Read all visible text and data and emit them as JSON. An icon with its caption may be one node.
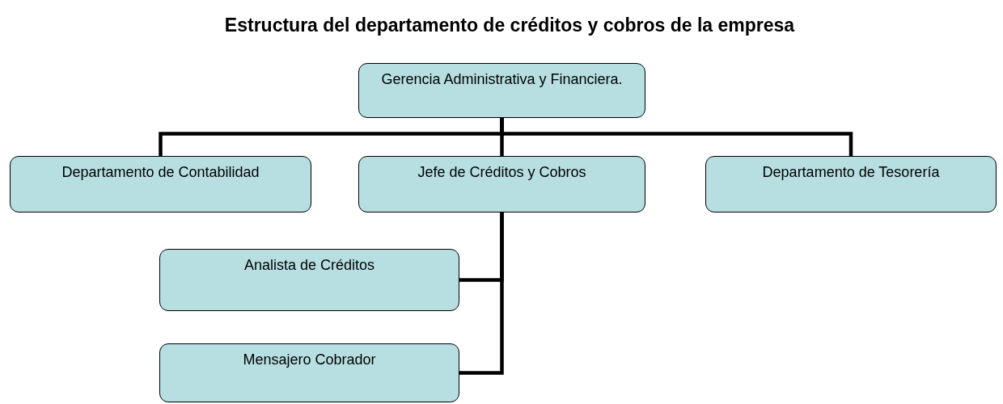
{
  "diagram": {
    "title": "Estructura del departamento de créditos y cobros de la empresa",
    "nodes": [
      {
        "text": [
          "Gerencia Administrativa y Financiera."
        ]
      },
      {
        "text": [
          "Departamento de Contabilidad"
        ]
      },
      {
        "text": [
          "Jefe de Créditos y Cobros"
        ]
      },
      {
        "text": [
          "Departamento de Tesorería"
        ]
      },
      {
        "text": [
          "Analista de Créditos"
        ]
      },
      {
        "text": [
          "Mensajero Cobrador"
        ]
      }
    ],
    "edges": [
      {
        "from": 0,
        "to": 1,
        "arrow": "none"
      },
      {
        "from": 0,
        "to": 2,
        "arrow": "none"
      },
      {
        "from": 0,
        "to": 3,
        "arrow": "none"
      },
      {
        "from": 2,
        "to": 4,
        "arrow": "none"
      },
      {
        "from": 2,
        "to": 5,
        "arrow": "none"
      }
    ]
  }
}
